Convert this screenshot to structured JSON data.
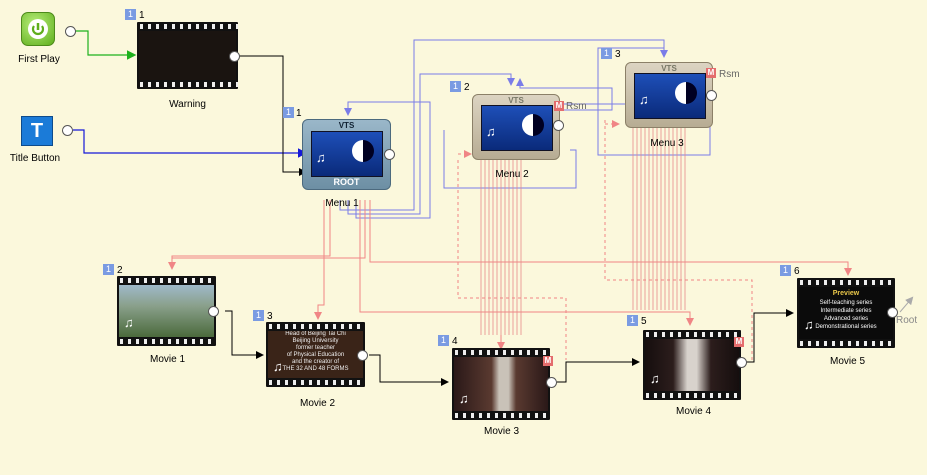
{
  "colors": {
    "background": "#fbf8dc",
    "blue_link": "#7a7ce8",
    "red_link": "#e88a8a",
    "black_link": "#000000",
    "green_link": "#1db11d"
  },
  "first_play": {
    "label": "First Play",
    "icon": "power-icon"
  },
  "title_button": {
    "label": "Title Button",
    "icon": "title-T-icon",
    "glyph": "T"
  },
  "warning": {
    "label": "Warning",
    "number": "1",
    "badge": "1"
  },
  "menus": [
    {
      "label": "Menu 1",
      "number": "1",
      "badge": "1",
      "vts": "VTS",
      "root": "ROOT"
    },
    {
      "label": "Menu 2",
      "number": "2",
      "badge": "1",
      "vts": "VTS",
      "mark": "M",
      "rsm": "Rsm"
    },
    {
      "label": "Menu 3",
      "number": "3",
      "badge": "1",
      "vts": "VTS",
      "mark": "M",
      "rsm": "Rsm"
    }
  ],
  "movies": [
    {
      "label": "Movie 1",
      "number": "2",
      "badge": "1"
    },
    {
      "label": "Movie 2",
      "number": "3",
      "badge": "1"
    },
    {
      "label": "Movie 3",
      "number": "4",
      "badge": "1",
      "mark": "M"
    },
    {
      "label": "Movie 4",
      "number": "5",
      "badge": "1",
      "mark": "M"
    },
    {
      "label": "Movie 5",
      "number": "6",
      "badge": "1",
      "end": "Root",
      "preview_title": "Preview",
      "preview_lines": [
        "Self-teaching series",
        "Intermediate series",
        "Advanced series",
        "Demonstrational series"
      ]
    }
  ],
  "movie2_text": [
    "Head of Beijing Tai Chi",
    "Beijing University",
    "former teacher",
    "of Physical Education",
    "and the creator of",
    "THE 32 AND 48 FORMS"
  ]
}
